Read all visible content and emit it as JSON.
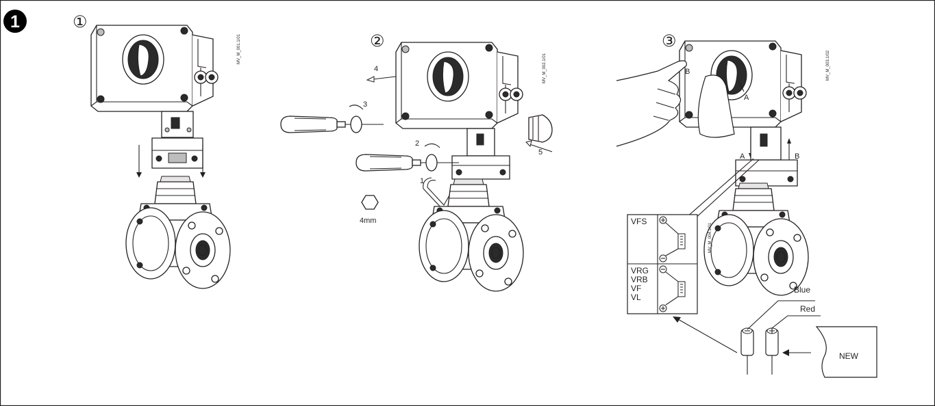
{
  "step_badge": "1",
  "panels": [
    {
      "marker": "①",
      "code": "MV_M_001.1/01"
    },
    {
      "marker": "②",
      "code": "MV_M_002.1/01"
    },
    {
      "marker": "③",
      "code": "MV_M_003.1/02"
    }
  ],
  "callouts": {
    "c1": "1",
    "c2": "2",
    "c3": "3",
    "c4": "4",
    "c5": "5",
    "hex_size": "4mm",
    "a_top": "A",
    "b_top": "B",
    "a_side": "A",
    "b_side": "B"
  },
  "polarity_table": {
    "code": "MV_M_004.1/01",
    "row1": [
      "VFS"
    ],
    "row2": [
      "VRG",
      "VRB",
      "VF",
      "VL"
    ]
  },
  "wires": {
    "blue": "Blue",
    "red": "Red",
    "new": "NEW"
  }
}
